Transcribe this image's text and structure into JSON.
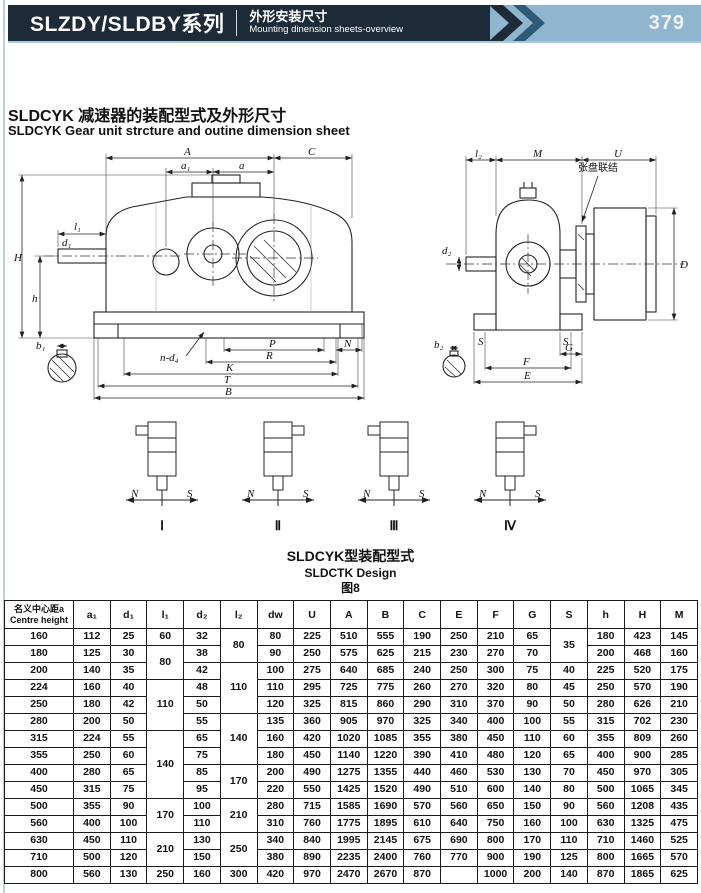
{
  "colors": {
    "header_dark": "#1d2a38",
    "header_mid": "#2e5a78",
    "header_light": "#8fb6ce",
    "line": "#222222"
  },
  "header": {
    "series_title": "SLZDY/SLDBY系列",
    "subtitle_cn": "外形安装尺寸",
    "subtitle_en": "Mounting dinension sheets-overview",
    "page_number": "379"
  },
  "section": {
    "title_cn": "SLDCYK 减速器的装配型式及外形尺寸",
    "title_en": "SLDCYK  Gear unit strcture and outine dimension sheet"
  },
  "figure": {
    "caption_cn": "SLDCYK型装配型式",
    "caption_en": "SLDCTK Design",
    "fig_no": "图8"
  },
  "labels": {
    "H": "H",
    "h": "h",
    "d1": "d₁",
    "b1": "b₁",
    "l1": "l₁",
    "a1": "a₁",
    "a": "a",
    "A": "A",
    "C": "C",
    "nd4": "n-d₄",
    "P": "P",
    "R": "R",
    "N": "N",
    "K": "K",
    "T": "T",
    "B": "B",
    "l2": "l₂",
    "M": "M",
    "U": "U",
    "D": "D",
    "d2": "d₂",
    "b2": "b₂",
    "G": "G",
    "S": "S",
    "F": "F",
    "E": "E",
    "coupling": "张盘联结"
  },
  "ns": {
    "n": "N",
    "s": "S"
  },
  "variants": [
    "Ⅰ",
    "Ⅱ",
    "Ⅲ",
    "Ⅳ"
  ],
  "table": {
    "headers": [
      {
        "cn": "名义中心距a",
        "en": "Centre height"
      },
      "a₁",
      "d₁",
      "l₁",
      "d₂",
      "l₂",
      "dw",
      "U",
      "A",
      "B",
      "C",
      "E",
      "F",
      "G",
      "S",
      "h",
      "H",
      "M"
    ],
    "rows": [
      [
        "160",
        "112",
        "25",
        "60",
        "32",
        {
          "v": "80",
          "rs": 2
        },
        "80",
        "225",
        "510",
        "555",
        "190",
        "250",
        "210",
        "65",
        {
          "v": "35",
          "rs": 2
        },
        "180",
        "423",
        "145"
      ],
      [
        "180",
        "125",
        "30",
        {
          "v": "80",
          "rs": 2
        },
        "38",
        null,
        "90",
        "250",
        "575",
        "625",
        "215",
        "230",
        "270",
        "70",
        null,
        "200",
        "468",
        "160"
      ],
      [
        "200",
        "140",
        "35",
        null,
        "42",
        {
          "v": "110",
          "rs": 3
        },
        "100",
        "275",
        "640",
        "685",
        "240",
        "250",
        "300",
        "75",
        "40",
        "225",
        "520",
        "175"
      ],
      [
        "224",
        "160",
        "40",
        {
          "v": "110",
          "rs": 3
        },
        "48",
        null,
        "110",
        "295",
        "725",
        "775",
        "260",
        "270",
        "320",
        "80",
        "45",
        "250",
        "570",
        "190"
      ],
      [
        "250",
        "180",
        "42",
        null,
        "50",
        null,
        "120",
        "325",
        "815",
        "860",
        "290",
        "310",
        "370",
        "90",
        "50",
        "280",
        "626",
        "210"
      ],
      [
        "280",
        "200",
        "50",
        null,
        "55",
        {
          "v": "140",
          "rs": 3
        },
        "135",
        "360",
        "905",
        "970",
        "325",
        "340",
        "400",
        "100",
        "55",
        "315",
        "702",
        "230"
      ],
      [
        "315",
        "224",
        "55",
        {
          "v": "140",
          "rs": 4
        },
        "65",
        null,
        "160",
        "420",
        "1020",
        "1085",
        "355",
        "380",
        "450",
        "110",
        "60",
        "355",
        "809",
        "260"
      ],
      [
        "355",
        "250",
        "60",
        null,
        "75",
        null,
        "180",
        "450",
        "1140",
        "1220",
        "390",
        "410",
        "480",
        "120",
        "65",
        "400",
        "900",
        "285"
      ],
      [
        "400",
        "280",
        "65",
        null,
        "85",
        {
          "v": "170",
          "rs": 2
        },
        "200",
        "490",
        "1275",
        "1355",
        "440",
        "460",
        "530",
        "130",
        "70",
        "450",
        "970",
        "305"
      ],
      [
        "450",
        "315",
        "75",
        null,
        "95",
        null,
        "220",
        "550",
        "1425",
        "1520",
        "490",
        "510",
        "600",
        "140",
        "80",
        "500",
        "1065",
        "345"
      ],
      [
        "500",
        "355",
        "90",
        {
          "v": "170",
          "rs": 2
        },
        "100",
        {
          "v": "210",
          "rs": 2
        },
        "280",
        "715",
        "1585",
        "1690",
        "570",
        "560",
        "650",
        "150",
        "90",
        "560",
        "1208",
        "435"
      ],
      [
        "560",
        "400",
        "100",
        null,
        "110",
        null,
        "310",
        "760",
        "1775",
        "1895",
        "610",
        "640",
        "750",
        "160",
        "100",
        "630",
        "1325",
        "475"
      ],
      [
        "630",
        "450",
        "110",
        {
          "v": "210",
          "rs": 2
        },
        "130",
        {
          "v": "250",
          "rs": 2
        },
        "340",
        "840",
        "1995",
        "2145",
        "675",
        "690",
        "800",
        "170",
        "110",
        "710",
        "1460",
        "525"
      ],
      [
        "710",
        "500",
        "120",
        null,
        "150",
        null,
        "380",
        "890",
        "2235",
        "2400",
        "760",
        "770",
        "900",
        "190",
        "125",
        "800",
        "1665",
        "570"
      ],
      [
        "800",
        "560",
        "130",
        "250",
        "160",
        "300",
        "420",
        "970",
        "2470",
        "2670",
        "870",
        "",
        "1000",
        "200",
        "140",
        "870",
        "1865",
        "625"
      ]
    ]
  }
}
